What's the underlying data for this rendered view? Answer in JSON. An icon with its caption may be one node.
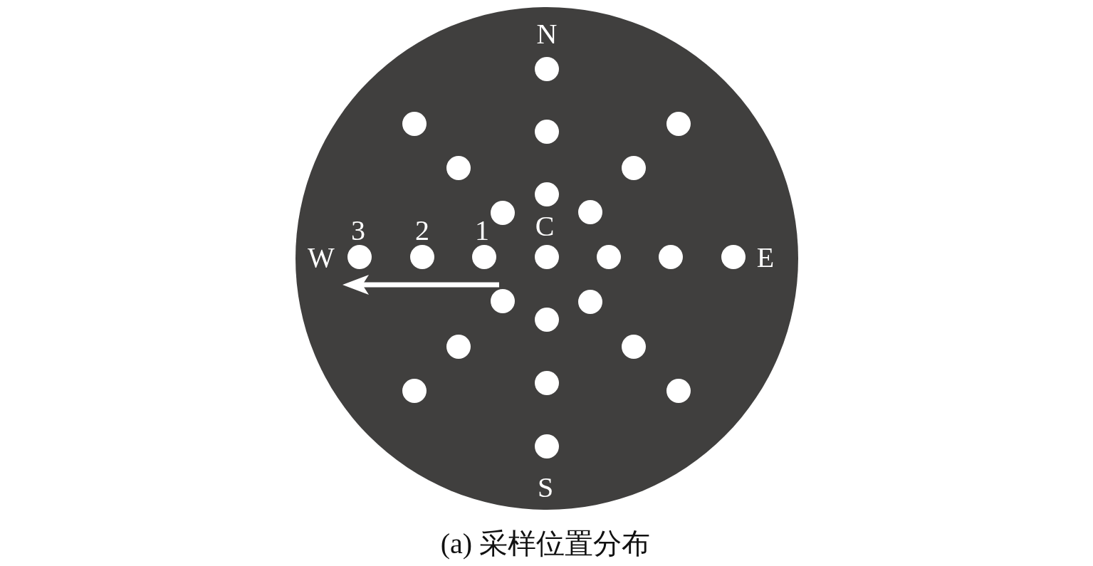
{
  "diagram": {
    "caption": "(a) 采样位置分布",
    "labels": [
      "N",
      "3",
      "2",
      "1",
      "C",
      "W",
      "E",
      "S"
    ]
  }
}
